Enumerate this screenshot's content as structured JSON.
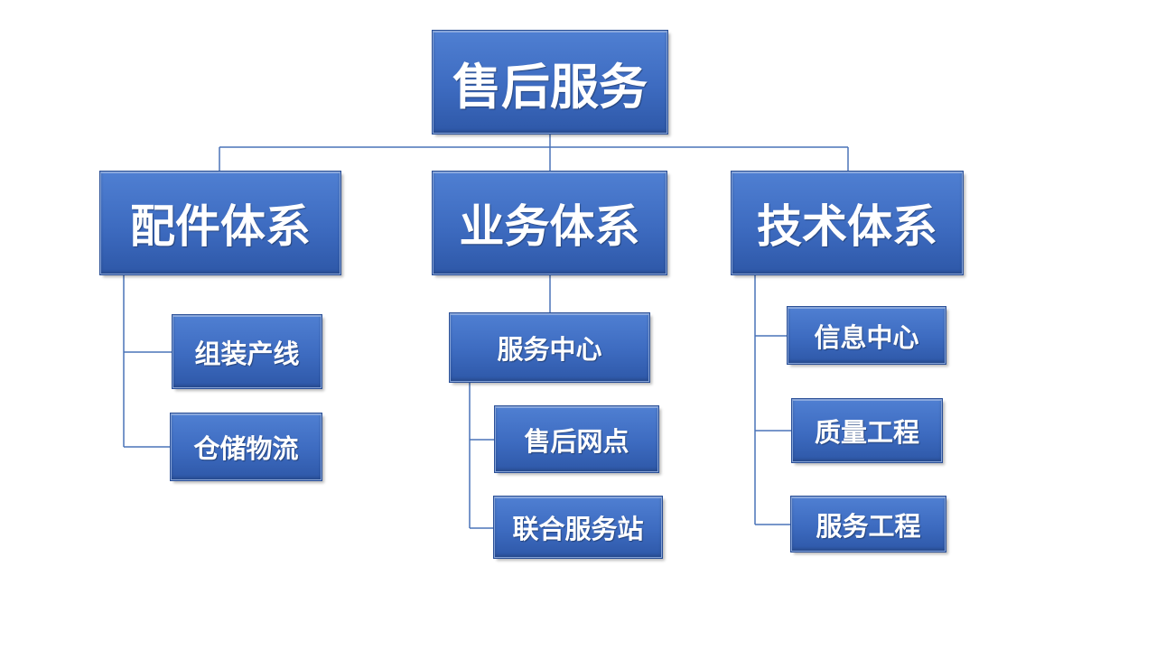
{
  "root": {
    "label": "售后服务"
  },
  "branches": [
    {
      "label": "配件体系",
      "children": [
        {
          "label": "组装产线"
        },
        {
          "label": "仓储物流"
        }
      ]
    },
    {
      "label": "业务体系",
      "children": [
        {
          "label": "服务中心",
          "children": [
            {
              "label": "售后网点"
            },
            {
              "label": "联合服务站"
            }
          ]
        }
      ]
    },
    {
      "label": "技术体系",
      "children": [
        {
          "label": "信息中心"
        },
        {
          "label": "质量工程"
        },
        {
          "label": "服务工程"
        }
      ]
    }
  ],
  "colors": {
    "node_top": "#4f7fd2",
    "node_bottom": "#2e58a8",
    "connector": "#4a73b8",
    "text": "#ffffff"
  }
}
